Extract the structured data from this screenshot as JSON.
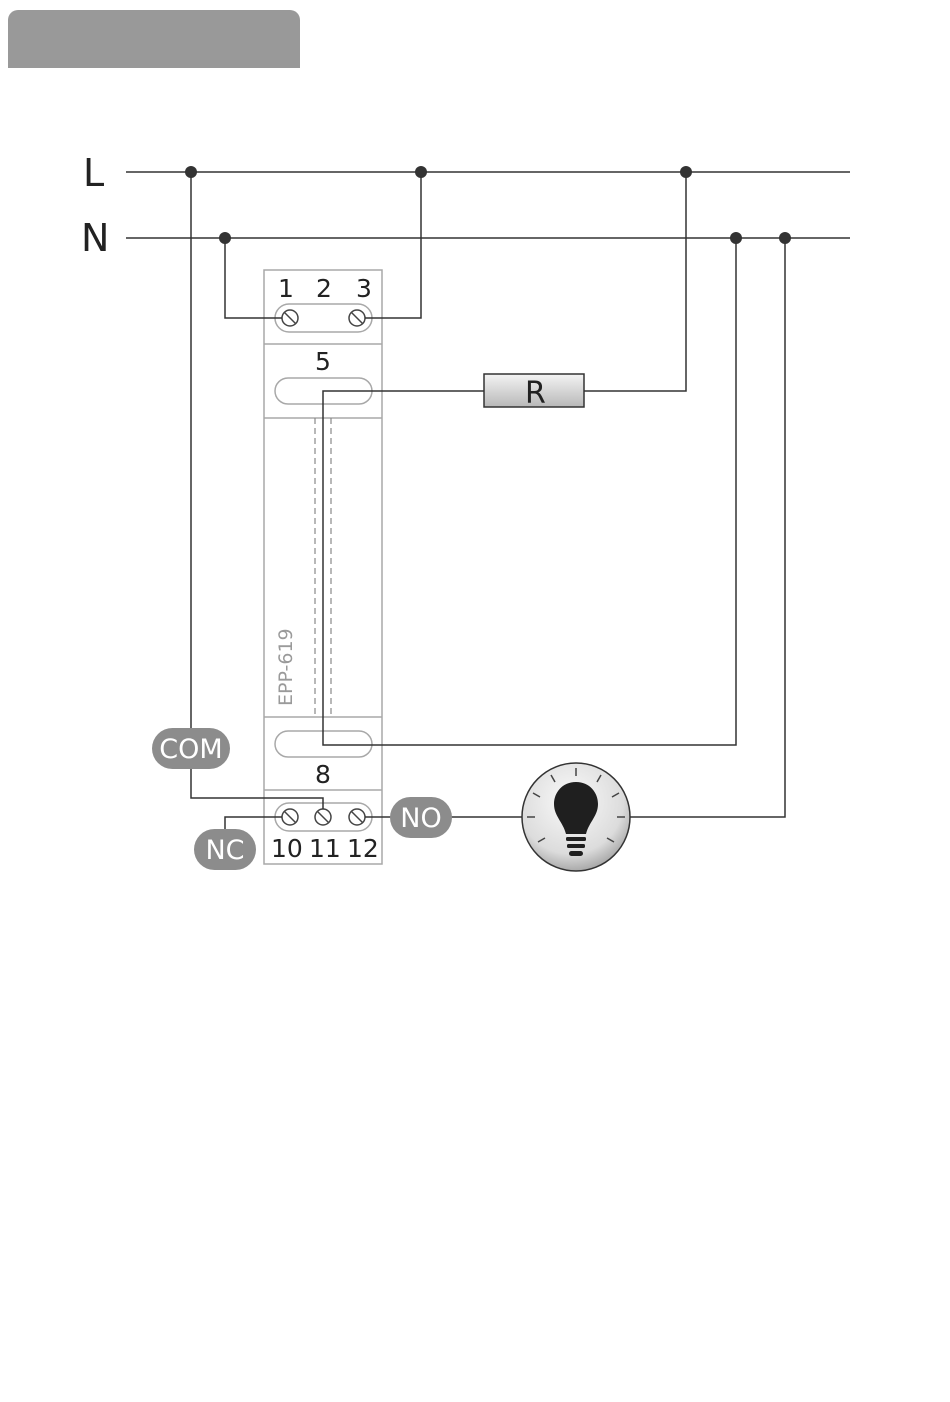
{
  "bus": {
    "line_label": "L",
    "neutral_label": "N"
  },
  "device": {
    "model": "EPP-619",
    "top_terminals": [
      "1",
      "2",
      "3"
    ],
    "input_terminal": "5",
    "lower_terminal": "8",
    "bottom_terminals": [
      "10",
      "11",
      "12"
    ]
  },
  "components": {
    "resistor_label": "R",
    "lamp_icon": "light-bulb-icon"
  },
  "contacts": {
    "com": "COM",
    "nc": "NC",
    "no": "NO"
  },
  "colors": {
    "wire": "#333333",
    "pill": "#8c8c8c",
    "device_outline": "#a8a8a8",
    "header": "#999999"
  }
}
